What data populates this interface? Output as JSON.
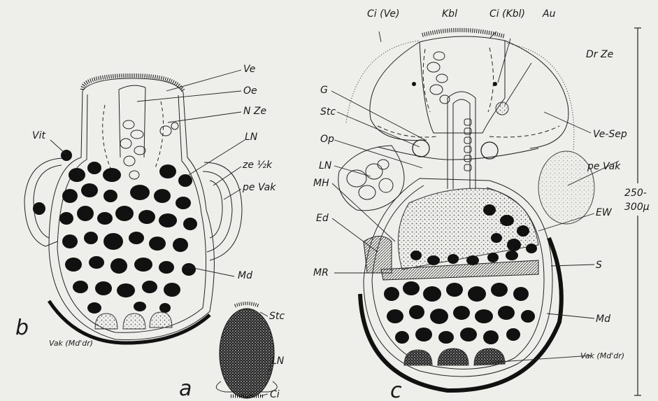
{
  "panels": {
    "a": "a",
    "b": "b",
    "c": "c"
  },
  "scale": {
    "line1": "250-",
    "line2": "300μ"
  },
  "labels_b": {
    "ve": "Ve",
    "oe": "Oe",
    "nze": "N Ze",
    "vit": "Vit",
    "ln": "LN",
    "ze": "ze ½k",
    "pevak": "pe Vak",
    "md": "Md",
    "vak": "Vak (Md'dr)"
  },
  "labels_a": {
    "stc": "Stc",
    "ln": "LN",
    "ci": "Ci"
  },
  "labels_c": {
    "ci_ve": "Ci (Ve)",
    "kbl": "Kbl",
    "ci_kbl": "Ci (Kbl)",
    "au": "Au",
    "drze": "Dr Ze",
    "g": "G",
    "stc": "Stc",
    "op": "Op",
    "vesep": "Ve-Sep",
    "ln": "LN",
    "pevak": "pe Vak",
    "mh": "MH",
    "ed": "Ed",
    "ew": "EW",
    "mr": "MR",
    "s": "S",
    "md": "Md",
    "vak": "Vak (Md'dr)"
  }
}
